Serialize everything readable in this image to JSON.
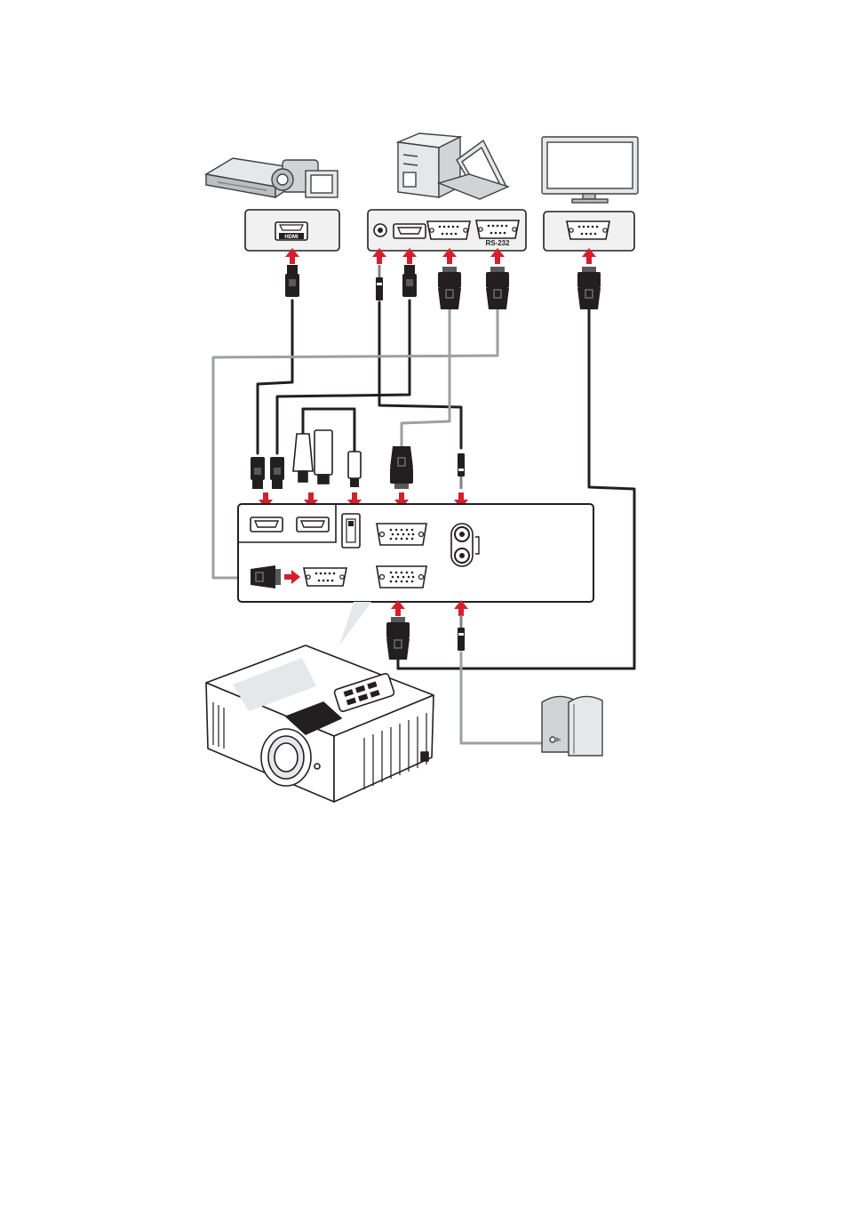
{
  "labels": {
    "hdmi_port": "HDMI",
    "rs232_port": "RS-232"
  },
  "colors": {
    "arrow": "#d3202f",
    "cable_dark": "#231f20",
    "cable_gray": "#9d9fa2",
    "panel_fill": "#f1f1f2",
    "panel_stroke": "#231f20",
    "device_stroke": "#404041",
    "device_fill": "#e6e7e8"
  },
  "devices": {
    "top_left": "camcorder-blu-ray-player",
    "top_center": "desktop-pc-and-laptop",
    "top_right": "monitor",
    "bottom_left": "projector",
    "bottom_right": "speakers"
  },
  "icons": [
    "hdmi-port-icon",
    "vga-port-icon",
    "rs232-port-icon",
    "audio-jack-icon",
    "usb-port-icon",
    "rca-port-icon",
    "hdmi-plug-icon",
    "vga-plug-icon",
    "audio-plug-icon",
    "usb-dongle-icon",
    "red-arrow-icon"
  ]
}
